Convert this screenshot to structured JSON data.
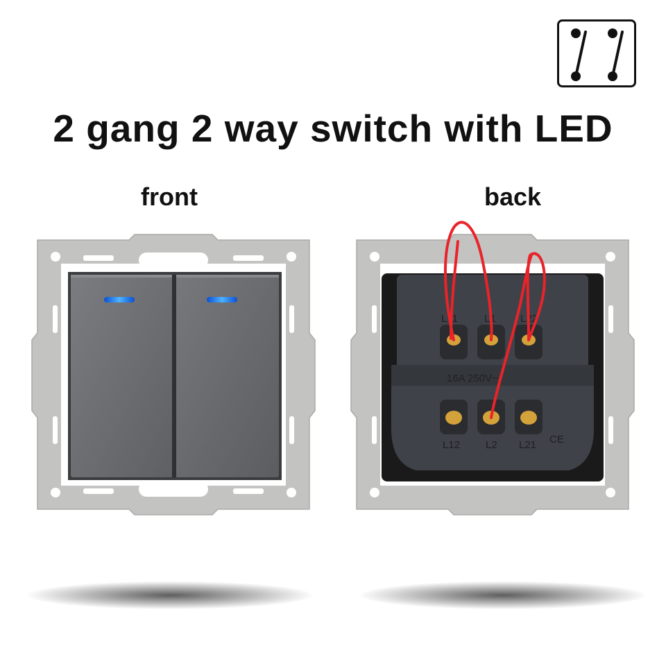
{
  "title": "2 gang 2 way switch with LED",
  "labels": {
    "front": "front",
    "back": "back"
  },
  "back_markings": {
    "top_terminals": [
      "L11",
      "L1",
      "L22"
    ],
    "rating": "16A 250V~",
    "bottom_terminals": [
      "L12",
      "L2",
      "L21"
    ],
    "certification": "CE"
  },
  "icons": {
    "symbol": "two-way-switch-diagram-icon"
  },
  "colors": {
    "frame": "#c2c3c1",
    "rocker": "#6b6c6e",
    "led": "#1e7bff",
    "body": "#3d4046",
    "wire": "#e8242a",
    "brass": "#d4a23a"
  }
}
